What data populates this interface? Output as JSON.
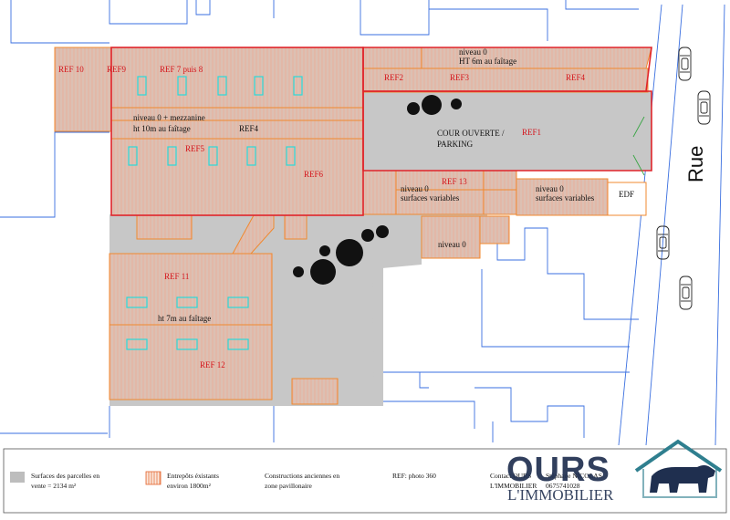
{
  "street": "Rue",
  "refs": {
    "ref1": "REF1",
    "ref2": "REF2",
    "ref3": "REF3",
    "ref4": "REF4",
    "ref4b": "REF4",
    "ref5": "REF5",
    "ref6": "REF6",
    "ref7": "REF 7 puis 8",
    "ref9": "REF9",
    "ref10": "REF 10",
    "ref11": "REF 11",
    "ref12": "REF 12",
    "ref13": "REF 13"
  },
  "notes": {
    "top_right_1": "niveau 0",
    "top_right_2": "HT 6m au faîtage",
    "mezz_1": "niveau 0 + mezzanine",
    "mezz_2": "ht 10m au faîtage",
    "cour_1": "COUR OUVERTE /",
    "cour_2": "PARKING",
    "niv_a_1": "niveau 0",
    "niv_a_2": "surfaces variables",
    "niv_b_1": "niveau 0",
    "niv_b_2": "surfaces variables",
    "niv_c": "niveau 0",
    "edf": "EDF",
    "ht7": "ht 7m au faîtage"
  },
  "legend": {
    "grey_1": "Surfaces des parcelles en",
    "grey_2": "vente = 2134 m²",
    "hatch_1": "Entrepôts éxistants",
    "hatch_2": "environ 1800m²",
    "old_1": "Constructions anciennes en",
    "old_2": "zone pavillonaire",
    "photo": "REF: photo 360",
    "contact_1": "Contact OURS",
    "contact_2": "L'IMMOBILIER",
    "name": "Stéphane NICOLAS",
    "phone": "0675741028"
  },
  "logo": {
    "line1": "OURS",
    "line2": "L'IMMOBILIER"
  },
  "colors": {
    "plot_grey": "#c7c7c7",
    "warehouse_fill": "#ddc2b5",
    "red_border": "#e0242a",
    "orange_line": "#f0892f",
    "cadastre_blue": "#3a6fe0",
    "skylight_cyan": "#2ad9d9",
    "logo_navy": "#1f2f4f",
    "logo_teal": "#2f7f8f"
  }
}
